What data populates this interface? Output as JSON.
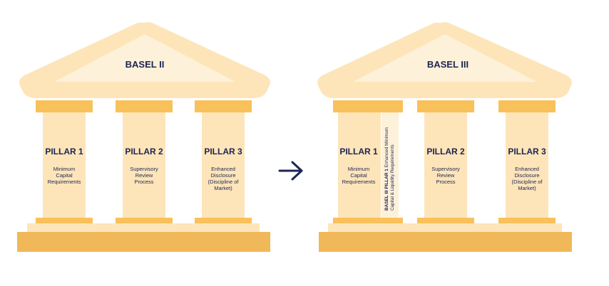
{
  "colors": {
    "roof": "#fde5b9",
    "roof_inner": "#fef1d9",
    "column": "#fde5b9",
    "capital": "#f9c15a",
    "step_light": "#fde5b9",
    "base": "#f1b85a",
    "arrow": "#1c2453",
    "text": "#1c2453"
  },
  "basel2": {
    "title": "BASEL II",
    "pillars": [
      {
        "title": "PILLAR 1",
        "lines": [
          "Minimum",
          "Capital",
          "Requirements"
        ]
      },
      {
        "title": "PILLAR 2",
        "lines": [
          "Supervisory",
          "Review",
          "Process"
        ]
      },
      {
        "title": "PILLAR 3",
        "lines": [
          "Enhanced",
          "Disclosure",
          "(Discipline of",
          "Market)"
        ]
      }
    ]
  },
  "arrow_icon": "right-arrow-icon",
  "basel3": {
    "title": "BASEL III",
    "pillars": [
      {
        "title": "PILLAR 1",
        "lines": [
          "Minimum",
          "Capital",
          "Requirements"
        ]
      },
      {
        "title": "PILLAR 2",
        "lines": [
          "Supervisory",
          "Review",
          "Process"
        ]
      },
      {
        "title": "PILLAR 3",
        "lines": [
          "Enhanced",
          "Disclosure",
          "(Discipline of",
          "Market)"
        ]
      }
    ],
    "enhanced_pillar": {
      "bold": "BASEL III PILLAR 1",
      "rest": " Enhanced Minimum",
      "line2": "Capital & Liquidity Requirements"
    }
  }
}
